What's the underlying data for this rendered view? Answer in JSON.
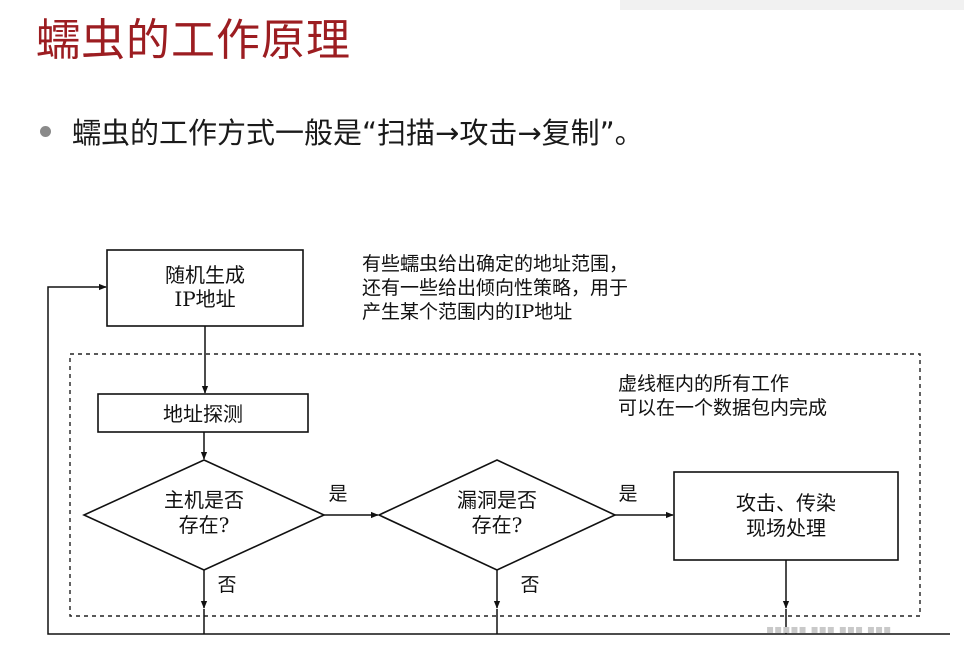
{
  "slide": {
    "title": "蠕虫的工作原理",
    "bullet": "蠕虫的工作方式一般是“扫描→攻击→复制”。"
  },
  "diagram": {
    "nodes": {
      "generate_ip": [
        "随机生成",
        "IP地址"
      ],
      "probe": [
        "地址探测"
      ],
      "host_exists": [
        "主机是否",
        "存在?"
      ],
      "vuln_exists": [
        "漏洞是否",
        "存在?"
      ],
      "attack": [
        "攻击、传染",
        "现场处理"
      ]
    },
    "notes": {
      "address_range": [
        "有些蠕虫给出确定的地址范围，",
        "还有一些给出倾向性策略，用于",
        "产生某个范围内的IP地址"
      ],
      "dashed_box": [
        "虚线框内的所有工作",
        "可以在一个数据包内完成"
      ]
    },
    "labels": {
      "yes": "是",
      "no": "否"
    }
  },
  "watermark": "▪▪▪▪▪ ▪▪▪ ▪▪▪ ▪▪▪"
}
